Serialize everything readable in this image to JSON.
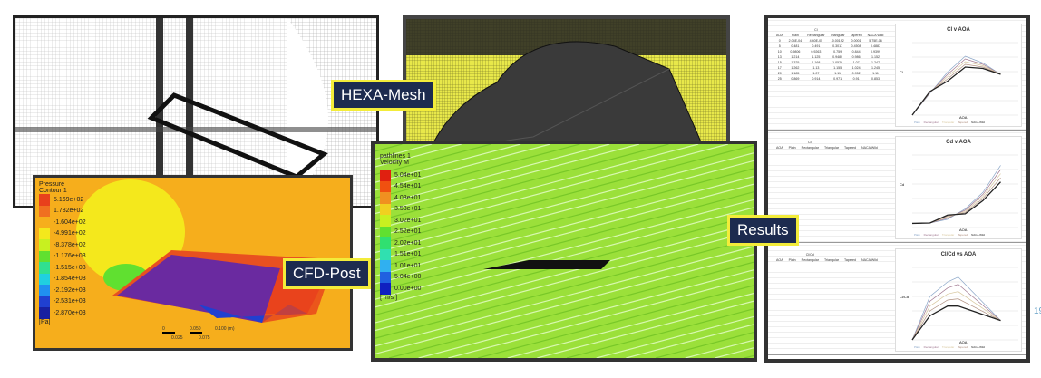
{
  "labels": {
    "hexa": "HEXA-Mesh",
    "cfd": "CFD-Post",
    "results": "Results"
  },
  "page_number": "19",
  "pressure": {
    "title": "Pressure",
    "subtitle": "Contour 1",
    "unit": "[Pa]",
    "levels": [
      "5.169e+02",
      "1.782e+02",
      "-1.604e+02",
      "-4.991e+02",
      "-8.378e+02",
      "-1.176e+03",
      "-1.515e+03",
      "-1.854e+03",
      "-2.192e+03",
      "-2.531e+03",
      "-2.870e+03"
    ],
    "colors": [
      "#e8401c",
      "#f07020",
      "#f6ae1c",
      "#f4e81c",
      "#c8f020",
      "#60e030",
      "#30e090",
      "#20d0e0",
      "#2090f0",
      "#2040d0",
      "#1820a0"
    ],
    "scale": [
      "0",
      "0.050",
      "0.100",
      "(m)",
      "0.025",
      "0.075"
    ]
  },
  "velocity": {
    "title": "pathlines 1",
    "subtitle": "Velocity M",
    "unit": "[ m/s ]",
    "levels": [
      "5.04e+01",
      "4.54e+01",
      "4.03e+01",
      "3.53e+01",
      "3.02e+01",
      "2.52e+01",
      "2.02e+01",
      "1.51e+01",
      "1.01e+01",
      "5.04e+00",
      "0.00e+00"
    ],
    "colors": [
      "#e02010",
      "#f05010",
      "#f09020",
      "#f0d020",
      "#c8f020",
      "#60e030",
      "#30e070",
      "#30e0b0",
      "#30b0f0",
      "#2060e0",
      "#1020c0"
    ]
  },
  "results": {
    "headers": [
      "AOA",
      "Plain",
      "Rectangular",
      "Triangular",
      "Tapered",
      "NACA Wild"
    ],
    "sections": [
      {
        "name": "Cl",
        "chart_title": "Cl v AOA",
        "ylabel": "Cl",
        "xlabel": "AOA",
        "rows": [
          [
            "0",
            "2.04E-04",
            "4.40E-05",
            "-0.00192",
            "0.0001",
            "5.75E-06"
          ],
          [
            "5",
            "0.481",
            "0.491",
            "0.3017",
            "0.4508",
            "0.4887"
          ],
          [
            "10",
            "0.9806",
            "0.9263",
            "0.759",
            "0.844",
            "0.9399"
          ],
          [
            "13",
            "1.214",
            "1.125",
            "0.9480",
            "0.986",
            "1.152"
          ],
          [
            "15",
            "1.325",
            "1.168",
            "1.0528",
            "1.07",
            "1.247"
          ],
          [
            "17",
            "1.262",
            "1.13",
            "1.155",
            "1.024",
            "1.245"
          ],
          [
            "20",
            "1.185",
            "1.07",
            "1.11",
            "0.952",
            "1.11"
          ],
          [
            "25",
            "0.869",
            "0.914",
            "0.971",
            "0.91",
            "0.853"
          ]
        ]
      },
      {
        "name": "Cd",
        "chart_title": "Cd v AOA",
        "ylabel": "Cd",
        "xlabel": "AOA",
        "rows": []
      },
      {
        "name": "Cl/Cd",
        "chart_title": "Cl/Cd vs AOA",
        "ylabel": "Cl/Cd",
        "xlabel": "AOA",
        "rows": []
      }
    ],
    "legend": [
      "Plain",
      "Rectangular",
      "Triangular",
      "Tapered",
      "NACA Wild"
    ],
    "series_colors": [
      "#8aa6c8",
      "#a07890",
      "#d8c8a0",
      "#b09080",
      "#222222"
    ]
  }
}
